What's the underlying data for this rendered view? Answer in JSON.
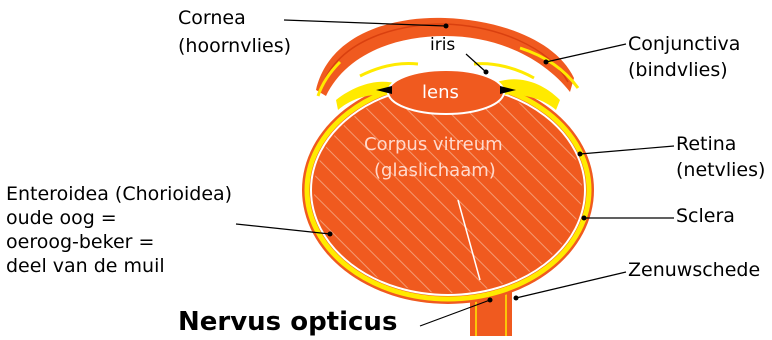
{
  "colors": {
    "tissue": "#f05a1f",
    "tissue_dark": "#d9400f",
    "yellow": "#ffea00",
    "line_white": "#ffffff",
    "text_light": "#ffd9cc"
  },
  "labels": {
    "cornea": "Cornea",
    "cornea_sub": "(hoornvlies)",
    "iris": "iris",
    "conjunctiva": "Conjunctiva",
    "conjunctiva_sub": "(bindvlies)",
    "lens": "lens",
    "corpus": "Corpus vitreum",
    "corpus_sub": "(glaslichaam)",
    "retina": "Retina",
    "retina_sub": "(netvlies)",
    "sclera": "Sclera",
    "enteroidea": [
      "Enteroidea (Chorioidea)",
      "oude oog =",
      "oeroog-beker =",
      "deel van de muil"
    ],
    "zenuwschede": "Zenuwschede",
    "nervus": "Nervus opticus"
  }
}
